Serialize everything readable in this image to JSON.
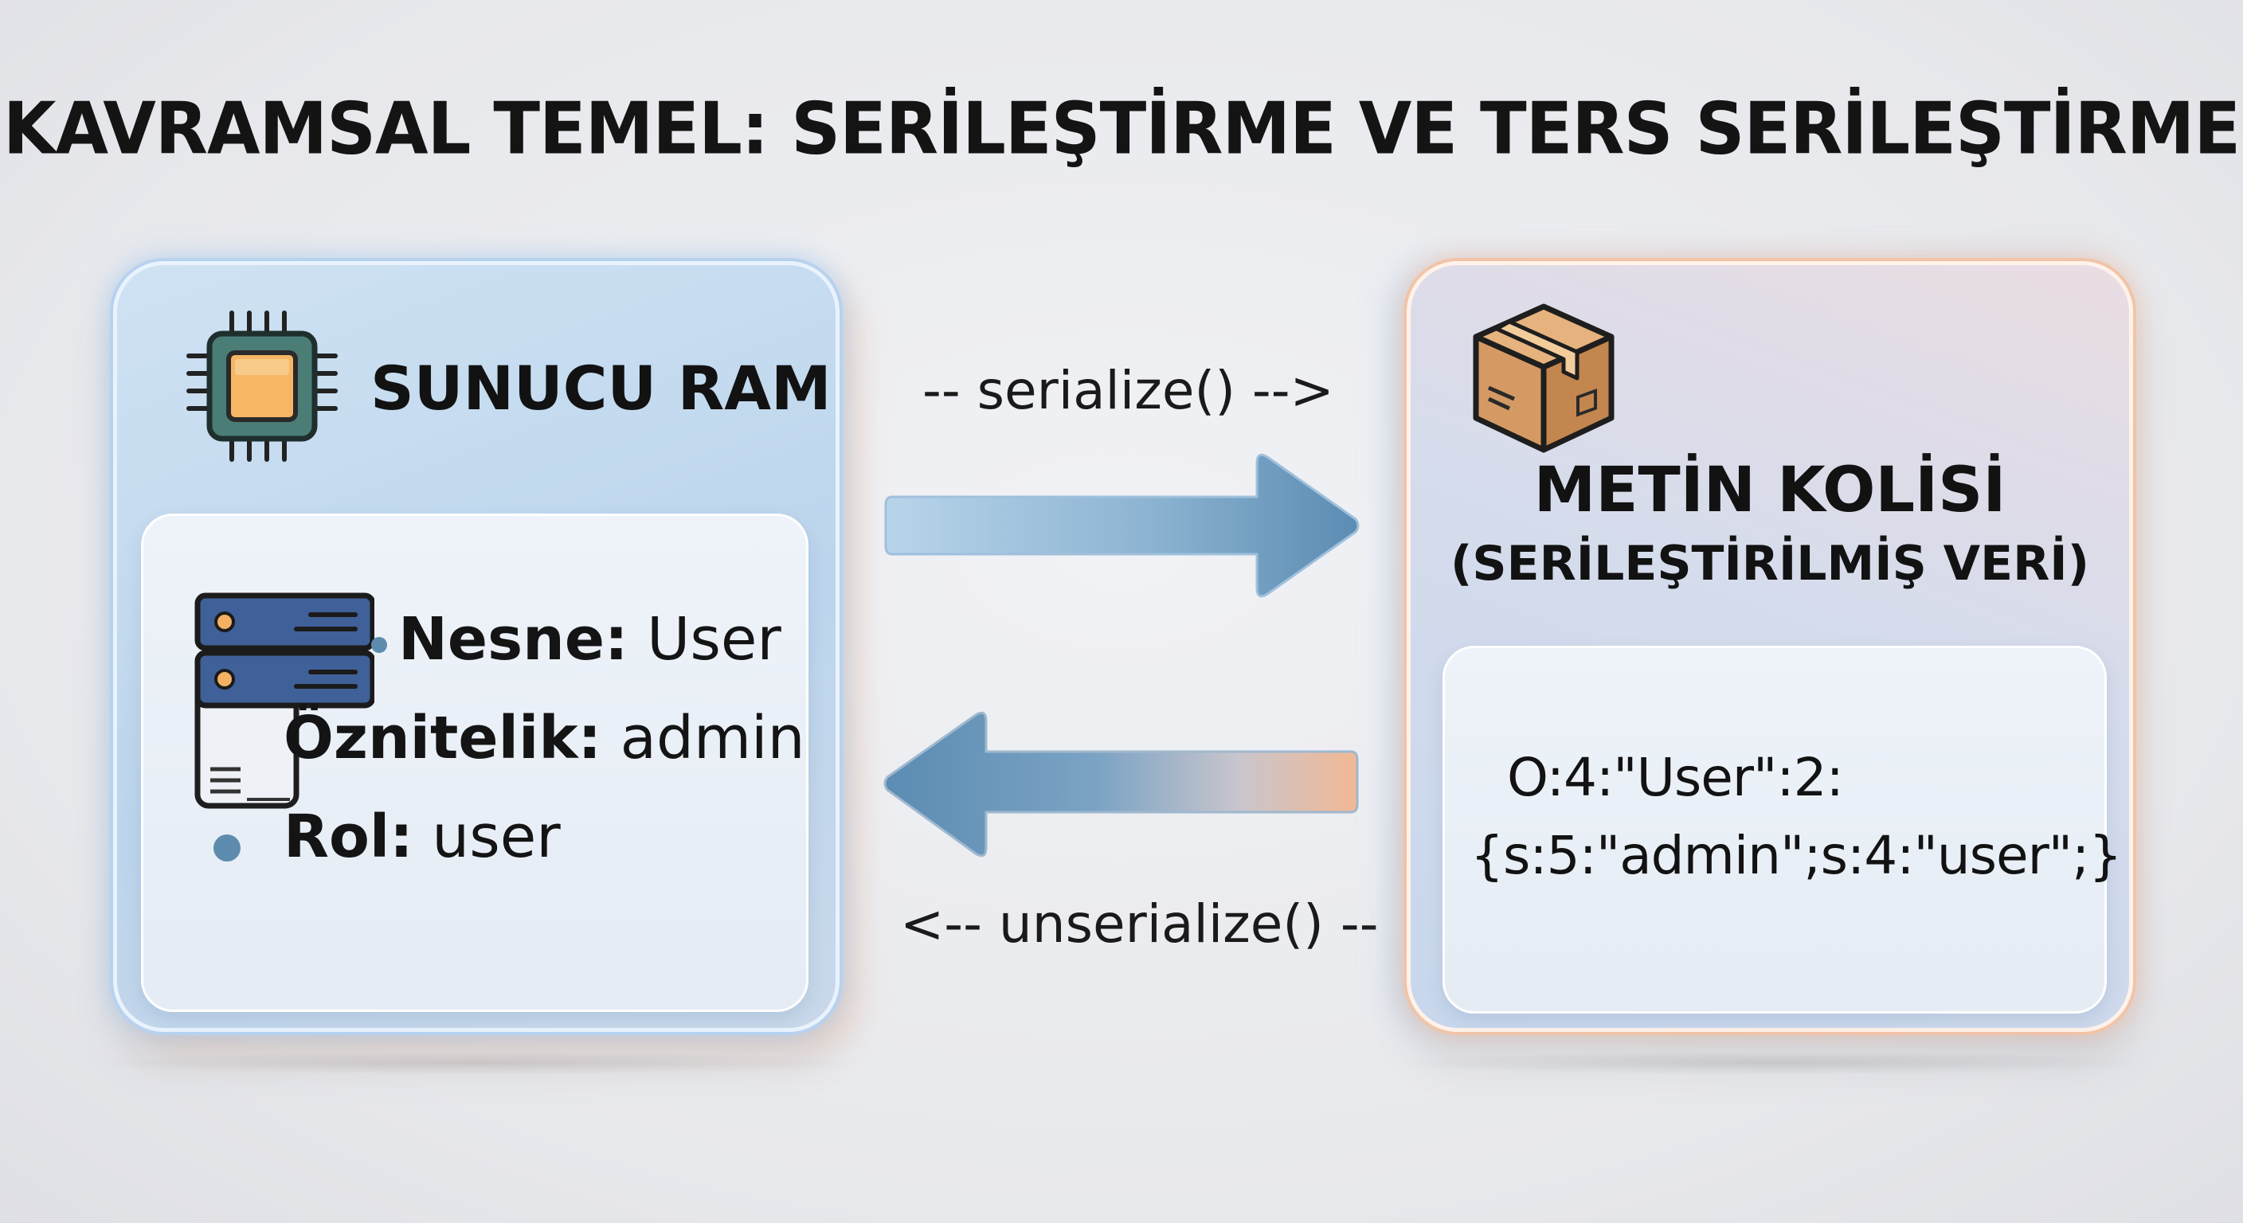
{
  "title": "KAVRAMSAL TEMEL: SERİLEŞTİRME VE TERS SERİLEŞTİRME",
  "left_panel": {
    "heading": "SUNUCU RAM",
    "icon": "cpu-chip-icon",
    "attributes": [
      {
        "key": "Nesne:",
        "value": " User"
      },
      {
        "key": "Öznitelik:",
        "value": " admin"
      },
      {
        "key": "Rol:",
        "value": " user"
      }
    ]
  },
  "right_panel": {
    "heading_line1": "METİN KOLİSİ",
    "heading_line2": "(SERİLEŞTİRİLMİŞ VERİ)",
    "icon": "cardboard-box-icon",
    "code_line1": "O:4:\"User\":2:",
    "code_line2": "{s:5:\"admin\";s:4:\"user\";}"
  },
  "arrows": {
    "forward_label": "-- serialize() -->",
    "backward_label": "<-- unserialize() --"
  },
  "colors": {
    "arrow_blue": "#5f8fb3",
    "arrow_light": "#b5d2e8",
    "arrow_peach": "#f0b896",
    "chip_green": "#3f6f6a",
    "chip_orange": "#f4b063",
    "server_blue": "#3d5f95"
  }
}
